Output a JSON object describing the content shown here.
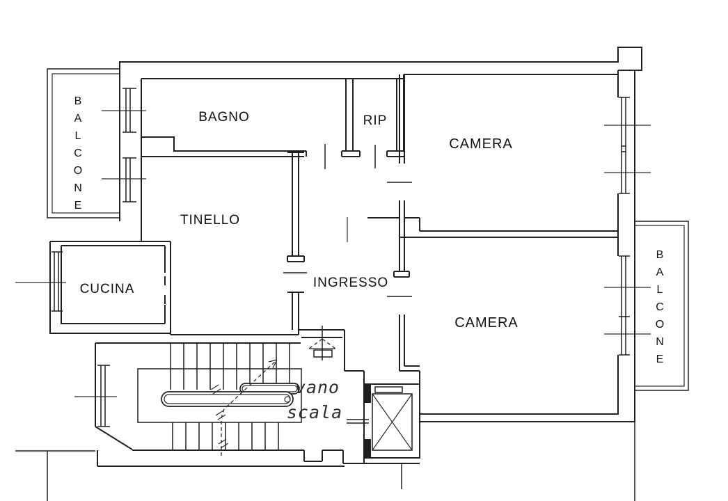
{
  "colors": {
    "line": "#1f1f1f",
    "background": "#ffffff",
    "label": "#111111",
    "stair_label": "#2e2e2e"
  },
  "rooms": {
    "bagno": {
      "label": "BAGNO"
    },
    "rip": {
      "label": "RIP"
    },
    "camera_top": {
      "label": "CAMERA"
    },
    "camera_bottom": {
      "label": "CAMERA"
    },
    "tinello": {
      "label": "TINELLO"
    },
    "cucina": {
      "label": "CUCINA"
    },
    "ingresso": {
      "label": "INGRESSO"
    }
  },
  "balconies": {
    "left": {
      "label": "BALCONE"
    },
    "right": {
      "label": "BALCONE"
    }
  },
  "stairwell": {
    "label_line1": "vano",
    "label_line2": "scala"
  }
}
